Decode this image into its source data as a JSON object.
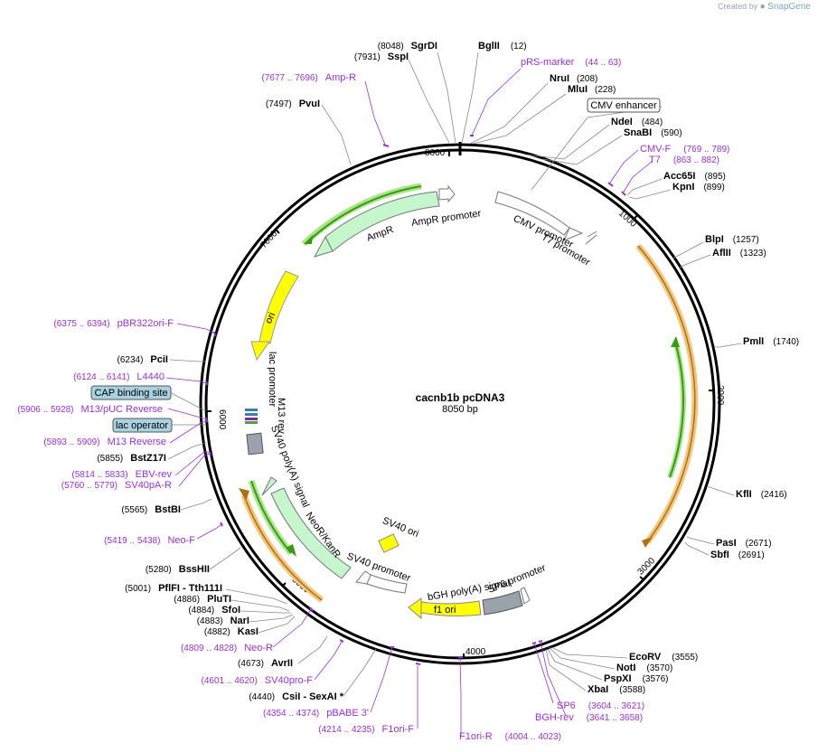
{
  "app": {
    "brand_prefix": "Created by",
    "brand_name": "SnapGene"
  },
  "plasmid": {
    "name": "cacnb1b pcDNA3",
    "length": 8050,
    "length_label": "8050 bp"
  },
  "colors": {
    "primer": "#9b30d9",
    "arrow_green_fill": "#c6f7cc",
    "arrow_white_fill": "#ffffff",
    "origin_yellow": "#ffff00",
    "orf_orange": "#f0b040",
    "orf_green": "#3a9a10",
    "gray_box": "#9aa3ac",
    "label_box_blue": "#a8d2e0"
  },
  "tick_labels": [
    "1000",
    "2000",
    "3000",
    "4000",
    "5000",
    "6000",
    "7000",
    "8000"
  ],
  "sites": [
    {
      "name": "BglII",
      "pos": "(12)",
      "side": "R"
    },
    {
      "name": "NruI",
      "pos": "(208)",
      "side": "R"
    },
    {
      "name": "MluI",
      "pos": "(228)",
      "side": "R"
    },
    {
      "name": "NdeI",
      "pos": "(484)",
      "side": "R"
    },
    {
      "name": "SnaBI",
      "pos": "(590)",
      "side": "R"
    },
    {
      "name": "Acc65I",
      "pos": "(895)",
      "side": "R"
    },
    {
      "name": "KpnI",
      "pos": "(899)",
      "side": "R"
    },
    {
      "name": "BlpI",
      "pos": "(1257)",
      "side": "R"
    },
    {
      "name": "AflII",
      "pos": "(1323)",
      "side": "R"
    },
    {
      "name": "PmlI",
      "pos": "(1740)",
      "side": "R"
    },
    {
      "name": "KflI",
      "pos": "(2416)",
      "side": "R"
    },
    {
      "name": "PasI",
      "pos": "(2671)",
      "side": "R"
    },
    {
      "name": "SbfI",
      "pos": "(2691)",
      "side": "R"
    },
    {
      "name": "EcoRV",
      "pos": "(3555)",
      "side": "R"
    },
    {
      "name": "NotI",
      "pos": "(3570)",
      "side": "R"
    },
    {
      "name": "PspXI",
      "pos": "(3576)",
      "side": "R"
    },
    {
      "name": "XbaI",
      "pos": "(3588)",
      "side": "R"
    },
    {
      "name": "SgrDI",
      "pos": "(8048)",
      "side": "L"
    },
    {
      "name": "SspI",
      "pos": "(7931)",
      "side": "L"
    },
    {
      "name": "PvuI",
      "pos": "(7497)",
      "side": "L"
    },
    {
      "name": "PciI",
      "pos": "(6234)",
      "side": "L"
    },
    {
      "name": "BstZ17I",
      "pos": "(5855)",
      "side": "L"
    },
    {
      "name": "BstBI",
      "pos": "(5565)",
      "side": "L"
    },
    {
      "name": "BssHII",
      "pos": "(5280)",
      "side": "L"
    },
    {
      "name": "PflFI",
      "pos": "(5001)",
      "side": "L",
      "suffix": " - Tth111I"
    },
    {
      "name": "PluTI",
      "pos": "(4886)",
      "side": "L"
    },
    {
      "name": "SfoI",
      "pos": "(4884)",
      "side": "L"
    },
    {
      "name": "NarI",
      "pos": "(4883)",
      "side": "L"
    },
    {
      "name": "KasI",
      "pos": "(4882)",
      "side": "L"
    },
    {
      "name": "AvrII",
      "pos": "(4673)",
      "side": "L"
    },
    {
      "name": "CsiI",
      "pos": "(4440)",
      "side": "L",
      "suffix": " - SexAI *"
    }
  ],
  "primers": [
    {
      "name": "pRS-marker",
      "range": "(44 .. 63)",
      "side": "R"
    },
    {
      "name": "CMV-F",
      "range": "(769 .. 789)",
      "side": "R"
    },
    {
      "name": "T7",
      "range": "(863 .. 882)",
      "side": "R"
    },
    {
      "name": "SP6",
      "range": "(3604 .. 3621)",
      "side": "R"
    },
    {
      "name": "BGH-rev",
      "range": "(3641 .. 3658)",
      "side": "R"
    },
    {
      "name": "F1ori-R",
      "range": "(4004 .. 4023)",
      "side": "R"
    },
    {
      "name": "Amp-R",
      "range": "(7677 .. 7696)",
      "side": "L"
    },
    {
      "name": "pBR322ori-F",
      "range": "(6375 .. 6394)",
      "side": "L"
    },
    {
      "name": "L4440",
      "range": "(6124 .. 6141)",
      "side": "L"
    },
    {
      "name": "M13/pUC Reverse",
      "range": "(5906 .. 5928)",
      "side": "L"
    },
    {
      "name": "M13 Reverse",
      "range": "(5893 .. 5909)",
      "side": "L"
    },
    {
      "name": "EBV-rev",
      "range": "(5814 .. 5833)",
      "side": "L"
    },
    {
      "name": "SV40pA-R",
      "range": "(5760 .. 5779)",
      "side": "L"
    },
    {
      "name": "Neo-F",
      "range": "(5419 .. 5438)",
      "side": "L"
    },
    {
      "name": "Neo-R",
      "range": "(4809 .. 4828)",
      "side": "L"
    },
    {
      "name": "SV40pro-F",
      "range": "(4601 .. 4620)",
      "side": "L"
    },
    {
      "name": "pBABE 3'",
      "range": "(4354 .. 4374)",
      "side": "L"
    },
    {
      "name": "F1ori-F",
      "range": "(4214 .. 4235)",
      "side": "L"
    }
  ],
  "boxed_labels": [
    "CMV enhancer",
    "CAP binding site",
    "lac operator"
  ],
  "features": [
    "AmpR promoter",
    "AmpR",
    "ori",
    "CMV promoter",
    "T7 promoter",
    "lac promoter",
    "M13 rev",
    "SV40 poly(A) signal",
    "NeoR/KanR",
    "SV40 ori",
    "SV40 promoter",
    "bGH poly(A) signal",
    "SP6 promoter",
    "f1 ori"
  ]
}
